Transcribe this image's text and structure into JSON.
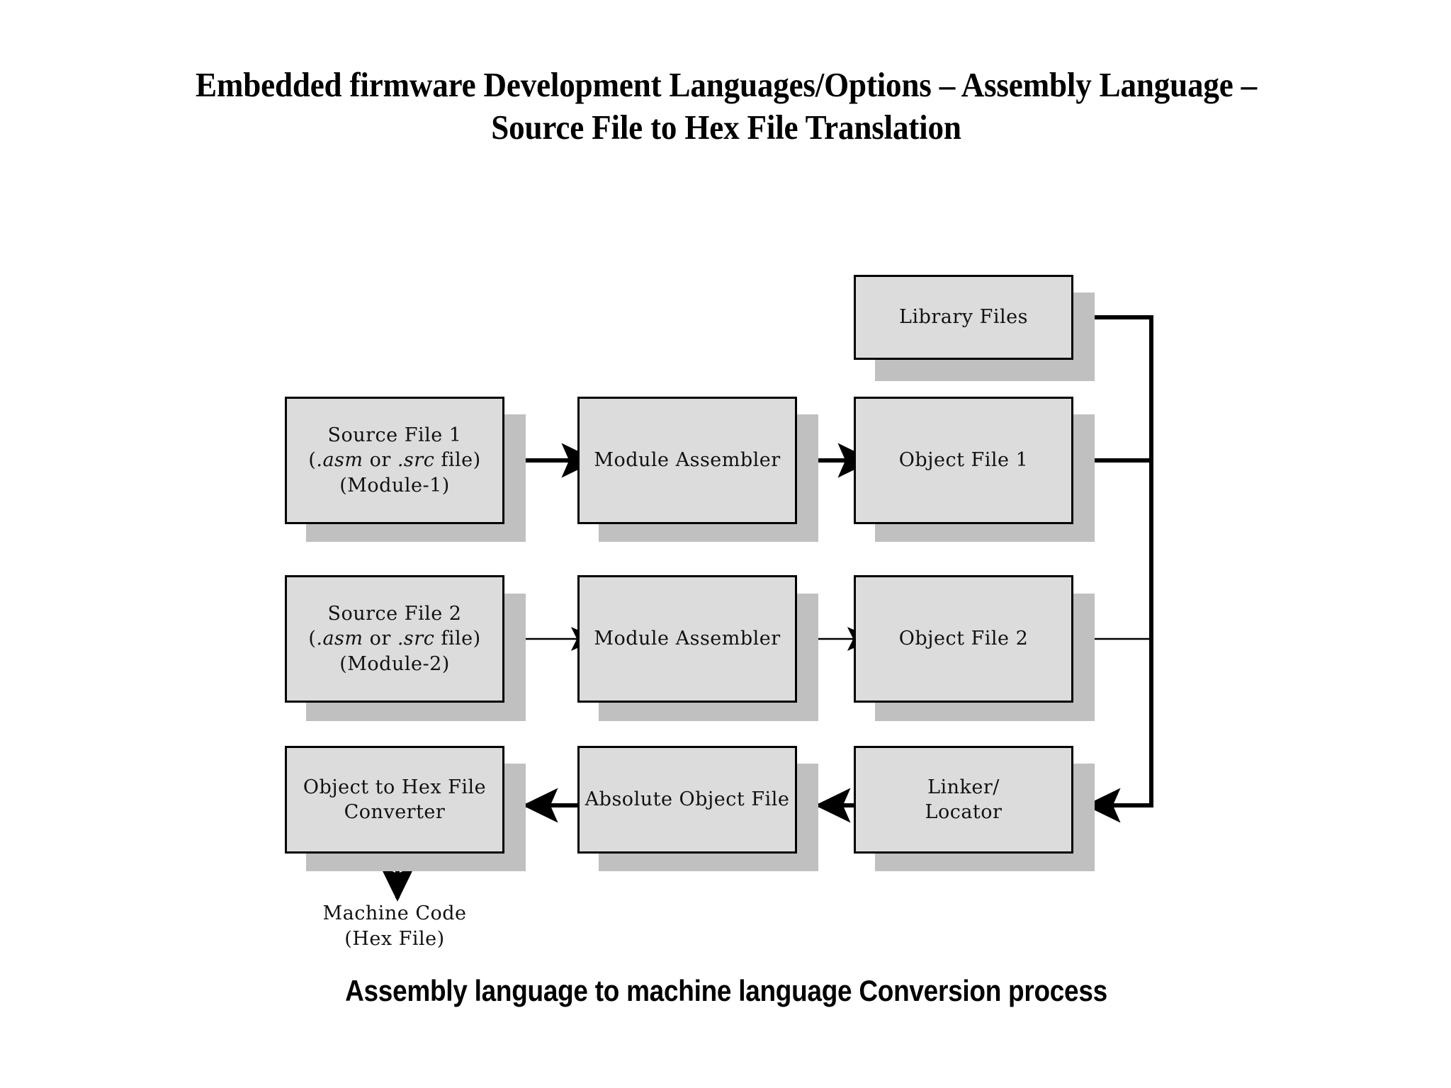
{
  "slide": {
    "title_line1": "Embedded firmware Development Languages/Options – Assembly Language –",
    "title_line2": "Source File to Hex File Translation",
    "caption": "Assembly language to machine language Conversion process",
    "background_color": "#ffffff",
    "box_fill_color": "#dcdcdc",
    "box_border_color": "#000000",
    "box_shadow_color": "#c0c0c0",
    "line_color": "#000000"
  },
  "diagram": {
    "type": "flowchart",
    "nodes": [
      {
        "id": "library-files",
        "lines": [
          "Library Files"
        ],
        "row": "library"
      },
      {
        "id": "source-file-1",
        "lines": [
          "Source File 1",
          "(.asm or .src file)",
          "(Module-1)"
        ],
        "italic_tokens": [
          ".asm",
          ".src"
        ],
        "row": "1"
      },
      {
        "id": "module-assembler-1",
        "lines": [
          "Module Assembler"
        ],
        "row": "1"
      },
      {
        "id": "object-file-1",
        "lines": [
          "Object File 1"
        ],
        "row": "1"
      },
      {
        "id": "source-file-2",
        "lines": [
          "Source File 2",
          "(.asm or .src file)",
          "(Module-2)"
        ],
        "italic_tokens": [
          ".asm",
          ".src"
        ],
        "row": "2"
      },
      {
        "id": "module-assembler-2",
        "lines": [
          "Module Assembler"
        ],
        "row": "2"
      },
      {
        "id": "object-file-2",
        "lines": [
          "Object File 2"
        ],
        "row": "2"
      },
      {
        "id": "object-to-hex-converter",
        "lines": [
          "Object to Hex File",
          "Converter"
        ],
        "row": "3"
      },
      {
        "id": "absolute-object-file",
        "lines": [
          "Absolute Object File"
        ],
        "row": "3"
      },
      {
        "id": "linker-locator",
        "lines": [
          "Linker/",
          "Locator"
        ],
        "row": "3"
      }
    ],
    "terminal_text": {
      "id": "machine-code",
      "lines": [
        "Machine Code",
        "(Hex File)"
      ]
    },
    "edges": [
      {
        "from": "source-file-1",
        "to": "module-assembler-1",
        "weight": "thick"
      },
      {
        "from": "module-assembler-1",
        "to": "object-file-1",
        "weight": "thick"
      },
      {
        "from": "source-file-2",
        "to": "module-assembler-2",
        "weight": "thin"
      },
      {
        "from": "module-assembler-2",
        "to": "object-file-2",
        "weight": "thin"
      },
      {
        "from": "library-files",
        "to": "linker-locator",
        "weight": "thick",
        "routing": "right-bus"
      },
      {
        "from": "object-file-1",
        "to": "linker-locator",
        "weight": "thick",
        "routing": "right-bus"
      },
      {
        "from": "object-file-2",
        "to": "linker-locator",
        "weight": "thin",
        "routing": "right-bus"
      },
      {
        "from": "linker-locator",
        "to": "absolute-object-file",
        "weight": "thick"
      },
      {
        "from": "absolute-object-file",
        "to": "object-to-hex-converter",
        "weight": "thick"
      },
      {
        "from": "object-to-hex-converter",
        "to": "machine-code",
        "weight": "thick",
        "direction": "down"
      }
    ]
  }
}
